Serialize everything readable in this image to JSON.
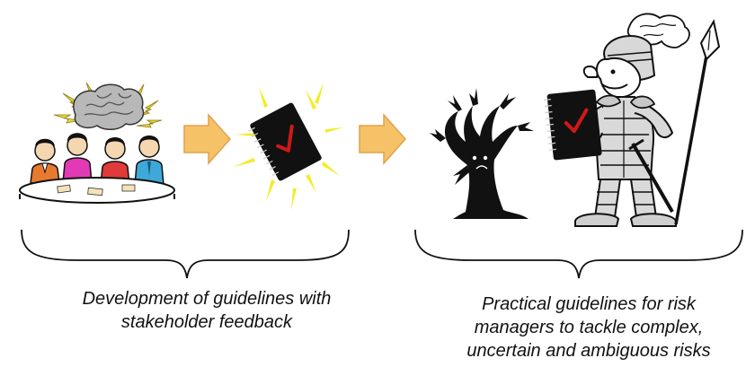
{
  "captions": {
    "left": [
      "Development of guidelines with",
      "stakeholder feedback"
    ],
    "right": [
      "Practical guidelines for risk",
      "managers to tackle complex,",
      "uncertain and ambiguous risks"
    ]
  },
  "colors": {
    "arrow_fill": "#F6C268",
    "arrow_stroke": "#E0A24A",
    "book": "#111111",
    "checkmark": "#D01818",
    "burst": "#F3EC2A",
    "brain": "#B8B8B8",
    "lightning": "#E8D838",
    "person_orange": "#E87A30",
    "person_magenta": "#E23AB4",
    "person_red": "#E03A3A",
    "person_teal": "#3EA9D9"
  },
  "icons": [
    "meeting-table-icon",
    "brain-icon",
    "lightning-icon",
    "guidebook-icon",
    "arrow-right-icon",
    "dead-tree-icon",
    "knight-icon",
    "spear-icon",
    "curly-brace-icon"
  ]
}
